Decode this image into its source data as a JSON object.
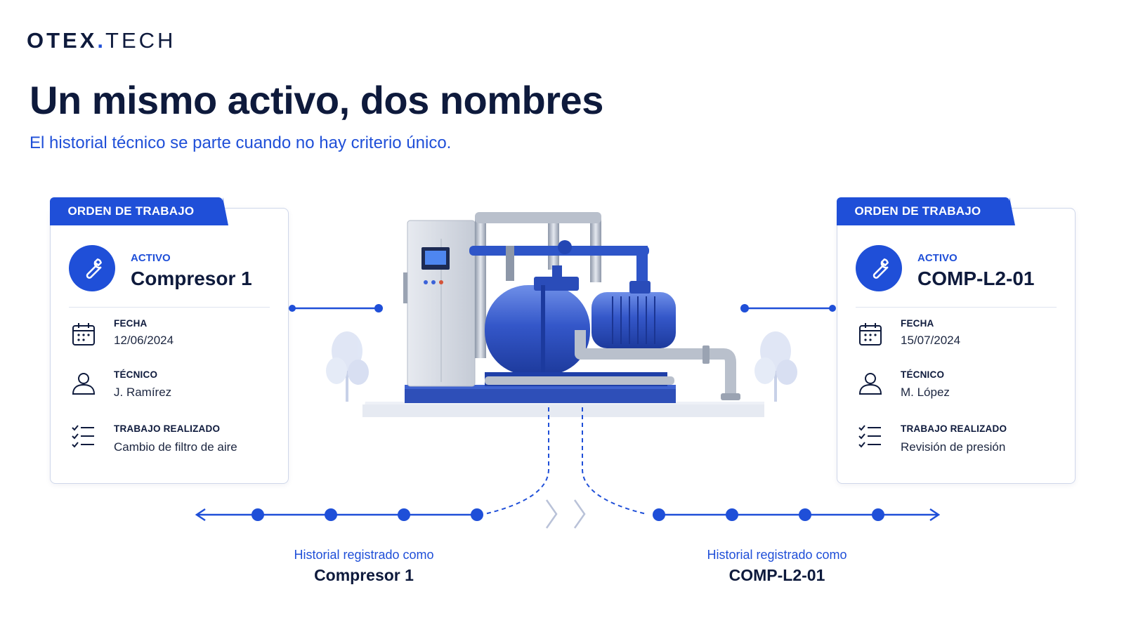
{
  "brand": {
    "part1": "OTEX",
    "separator": ".",
    "part2": "TECH"
  },
  "title": "Un mismo activo, dos nombres",
  "subtitle": "El historial técnico se parte cuando no hay criterio único.",
  "cards": [
    {
      "tab": "ORDEN DE TRABAJO",
      "asset_label": "ACTIVO",
      "asset_name": "Compresor 1",
      "date_label": "FECHA",
      "date_value": "12/06/2024",
      "tech_label": "TÉCNICO",
      "tech_value": "J. Ramírez",
      "work_label": "TRABAJO REALIZADO",
      "work_value": "Cambio de filtro de aire"
    },
    {
      "tab": "ORDEN DE TRABAJO",
      "asset_label": "ACTIVO",
      "asset_name": "COMP-L2-01",
      "date_label": "FECHA",
      "date_value": "15/07/2024",
      "tech_label": "TÉCNICO",
      "tech_value": "M. López",
      "work_label": "TRABAJO REALIZADO",
      "work_value": "Revisión de presión"
    }
  ],
  "history": [
    {
      "caption": "Historial registrado como",
      "name": "Compresor 1"
    },
    {
      "caption": "Historial registrado como",
      "name": "COMP-L2-01"
    }
  ],
  "colors": {
    "accent": "#1f4fd8",
    "dark": "#0e1a3c",
    "border": "#cfd7ea"
  },
  "icons": [
    "wrench-icon",
    "calendar-icon",
    "user-icon",
    "checklist-icon",
    "tree-icon",
    "break-icon"
  ]
}
